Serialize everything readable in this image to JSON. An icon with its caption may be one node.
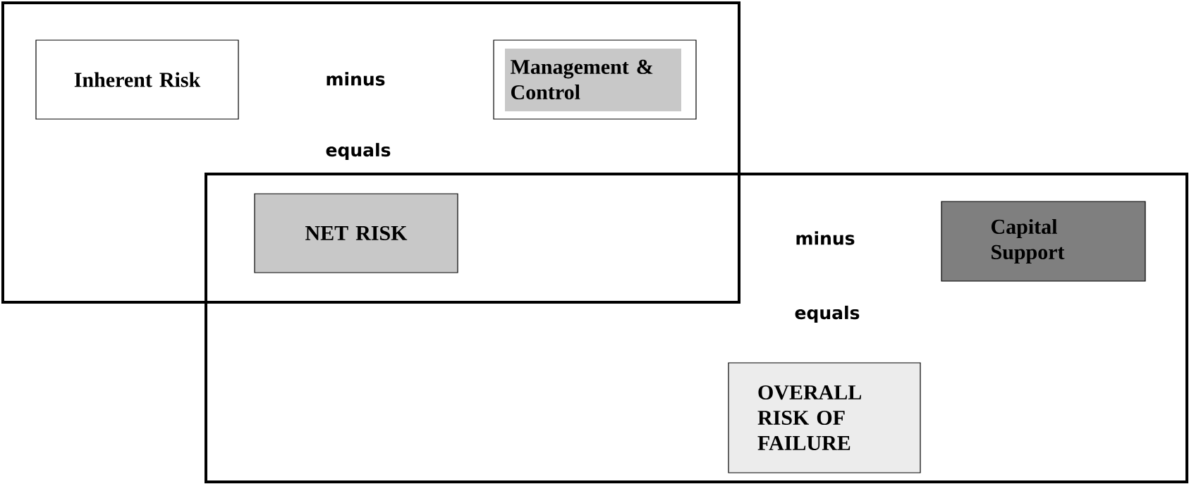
{
  "diagram": {
    "nodes": [
      {
        "text": [],
        "shape": "box"
      },
      {
        "text": [
          "Inherent Risk"
        ],
        "in": 0
      },
      {
        "text": [
          "Management & Control"
        ],
        "in": 0
      },
      {
        "text": [],
        "shape": "box"
      },
      {
        "text": [
          "NET RISK"
        ]
      },
      {
        "text": [
          "Capital Support"
        ],
        "in": 3
      },
      {
        "text": [
          "OVERALL RISK OF FAILURE"
        ],
        "in": 3
      }
    ],
    "labels": [
      "minus",
      "equals",
      "minus",
      "equals"
    ]
  }
}
